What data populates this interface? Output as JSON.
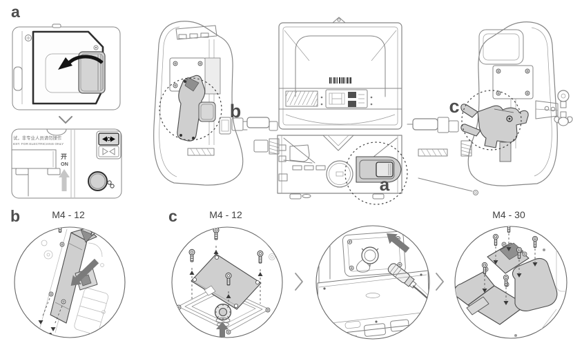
{
  "figure_a": {
    "label": "a"
  },
  "switch_panel": {
    "warning_cn": "试，非专业人员请勿操作",
    "warning_en": "EST. FOR ELECTRICIANS ONLY",
    "power_cn": "开",
    "power_en": "ON"
  },
  "main_view": {
    "callout_b": "b",
    "callout_c": "c",
    "callout_a": "a"
  },
  "steps": [
    {
      "label": "b",
      "screw_spec": "M4 - 12"
    },
    {
      "label": "c",
      "screw_spec": "M4 - 12"
    },
    {},
    {
      "screw_spec": "M4 - 30"
    }
  ],
  "icons": {
    "open_cover_arrow": "curved-arrow-left",
    "chevron_between_panels": "chevron-down",
    "step_separator": "chevron-right",
    "valve_open": "valve-open-symbol",
    "valve_close": "valve-close-symbol",
    "power_direction": "arrow-up"
  },
  "colors": {
    "part_fill": "#cfcfcf",
    "outline": "#4a4a4a",
    "line": "#858585",
    "install_arrow": "#7b7b7b",
    "label_text": "#4d4d4d",
    "open_arrow": "#151515"
  }
}
